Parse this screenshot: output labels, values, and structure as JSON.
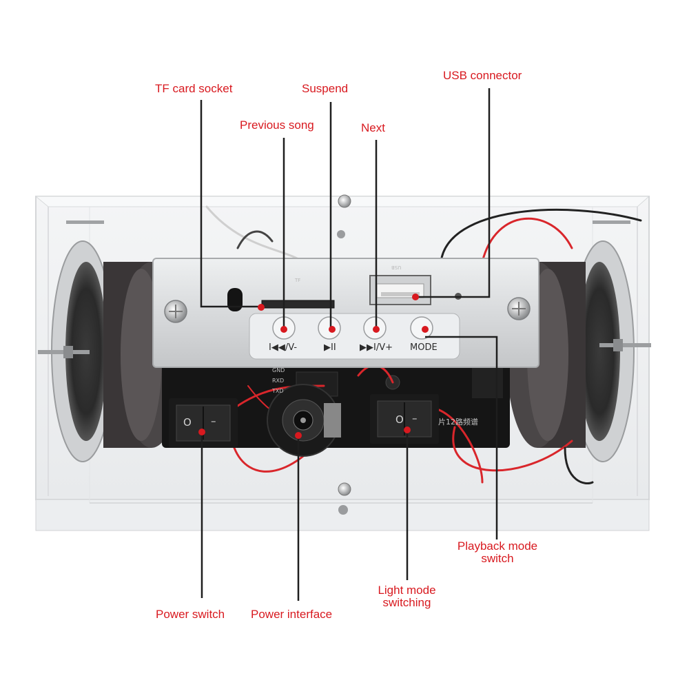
{
  "callouts": {
    "tf_card_socket": "TF card socket",
    "suspend": "Suspend",
    "usb_connector": "USB connector",
    "previous_song": "Previous song",
    "next": "Next",
    "playback_mode_line1": "Playback mode",
    "playback_mode_line2": "switch",
    "light_mode_line1": "Light mode",
    "light_mode_line2": "switching",
    "power_switch": "Power switch",
    "power_interface": "Power interface"
  },
  "buttons": {
    "prev_vol_down": "I◀◀/V-",
    "play_pause": "▶II",
    "next_vol_up": "▶▶I/V+",
    "mode": "MODE"
  },
  "panel_marks": {
    "tf": "TF",
    "usb": "USB"
  },
  "pcb_marks": {
    "gnd": "GND",
    "rxd": "RXD",
    "txd": "TXD",
    "chinese_text": "片12路频谱"
  },
  "switch_marks": {
    "left_on": "O",
    "left_off": "–",
    "right_on": "O",
    "right_off": "–"
  },
  "colors": {
    "callout_red": "#d8191f",
    "leader_line": "#1e1e1e",
    "panel_silver": "#d9dbdd",
    "wire_red": "#d9262b"
  }
}
